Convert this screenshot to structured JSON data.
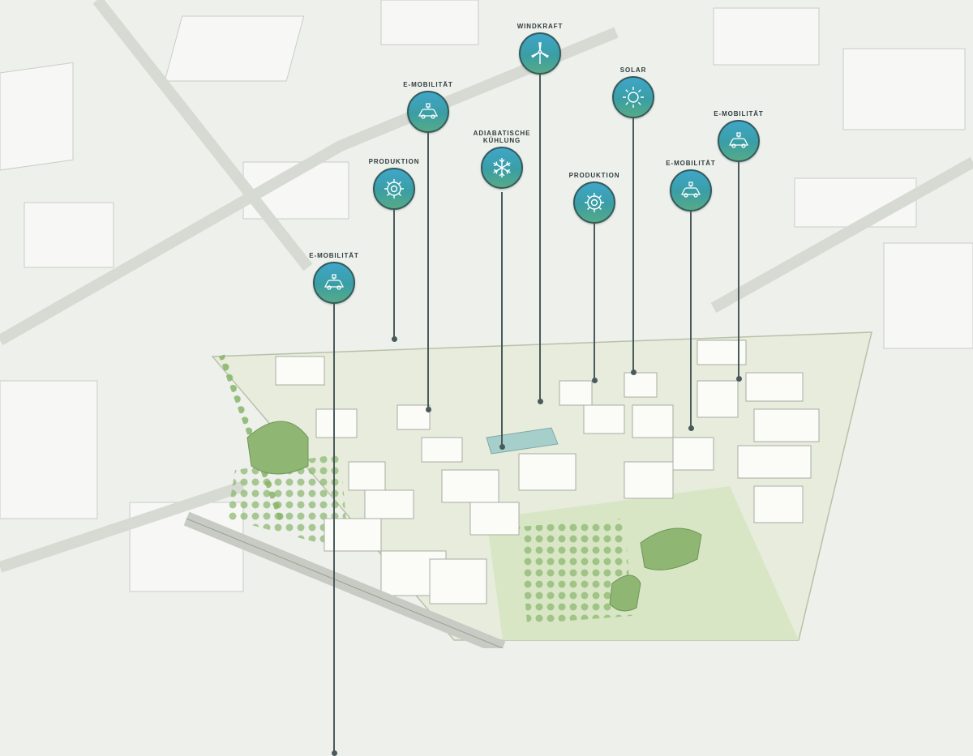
{
  "labels": {
    "e_mobilitaet": "E-MOBILITÄT",
    "produktion": "PRODUKTION",
    "windkraft": "WINDKRAFT",
    "solar": "SOLAR",
    "adiabatische_line1": "ADIABATISCHE",
    "adiabatische_line2": "KÜHLUNG"
  },
  "icons": {
    "e_mobilitaet": "electric-car-icon",
    "produktion": "gear-icon",
    "windkraft": "wind-turbine-icon",
    "solar": "sun-icon",
    "adiabatische": "snowflake-icon"
  },
  "colors": {
    "pin_top": "#3fa6c9",
    "pin_bottom": "#56aa86",
    "pin_border": "#355a5c",
    "pin_stem": "#4a5a5c",
    "greenery": "#8fb673",
    "water": "#a6cfcc"
  }
}
